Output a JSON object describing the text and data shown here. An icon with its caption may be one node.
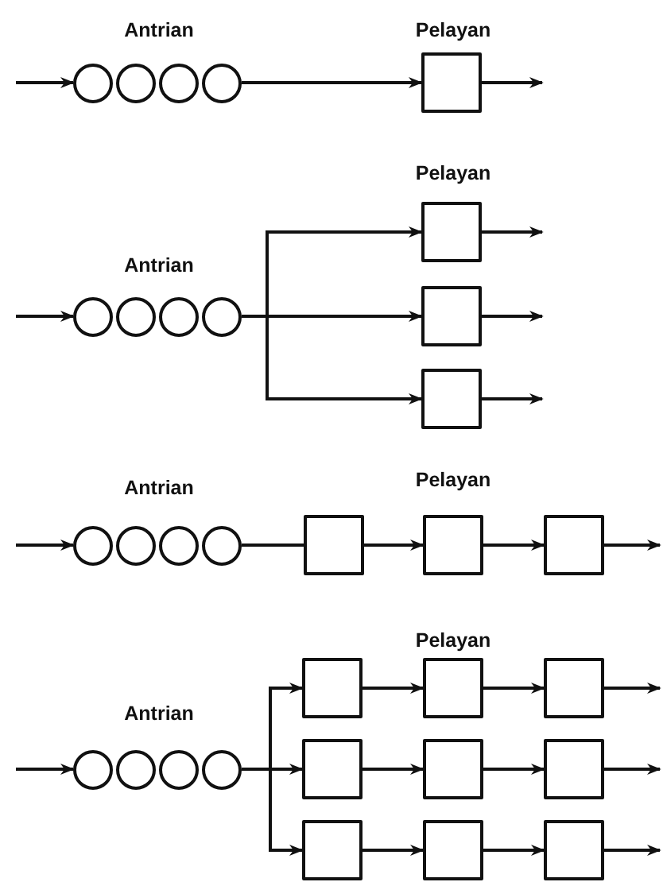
{
  "diagram": {
    "nodes": [
      {
        "text": [],
        "shape": "circle"
      },
      {
        "text": [],
        "shape": "circle"
      },
      {
        "text": [],
        "shape": "circle"
      },
      {
        "text": [],
        "shape": "circle"
      },
      {
        "text": [],
        "shape": "box"
      },
      {
        "text": [],
        "shape": "circle"
      },
      {
        "text": [],
        "shape": "circle"
      },
      {
        "text": [],
        "shape": "circle"
      },
      {
        "text": [],
        "shape": "circle"
      },
      {
        "text": [],
        "shape": "box"
      },
      {
        "text": [],
        "shape": "box"
      },
      {
        "text": [],
        "shape": "box"
      },
      {
        "text": [],
        "shape": "circle"
      },
      {
        "text": [],
        "shape": "circle"
      },
      {
        "text": [],
        "shape": "circle"
      },
      {
        "text": [],
        "shape": "circle"
      },
      {
        "text": [],
        "shape": "box"
      },
      {
        "text": [],
        "shape": "box"
      },
      {
        "text": [],
        "shape": "box"
      },
      {
        "text": [],
        "shape": "circle"
      },
      {
        "text": [],
        "shape": "circle"
      },
      {
        "text": [],
        "shape": "circle"
      },
      {
        "text": [],
        "shape": "circle"
      },
      {
        "text": [],
        "shape": "box"
      },
      {
        "text": [],
        "shape": "box"
      },
      {
        "text": [],
        "shape": "box"
      },
      {
        "text": [],
        "shape": "box"
      },
      {
        "text": [],
        "shape": "box"
      },
      {
        "text": [],
        "shape": "box"
      },
      {
        "text": [],
        "shape": "box"
      },
      {
        "text": [],
        "shape": "box"
      },
      {
        "text": [],
        "shape": "box"
      }
    ],
    "edges": [
      {
        "from": null,
        "to": 0,
        "arrow": "to"
      },
      {
        "from": 3,
        "to": 4,
        "arrow": "to"
      },
      {
        "from": 4,
        "to": null,
        "arrow": "to"
      },
      {
        "from": null,
        "to": 5,
        "arrow": "to"
      },
      {
        "from": 8,
        "to": 9,
        "arrow": "to"
      },
      {
        "from": 8,
        "to": 10,
        "arrow": "to"
      },
      {
        "from": 8,
        "to": 11,
        "arrow": "to"
      },
      {
        "from": 9,
        "to": null,
        "arrow": "to"
      },
      {
        "from": 10,
        "to": null,
        "arrow": "to"
      },
      {
        "from": 11,
        "to": null,
        "arrow": "to"
      },
      {
        "from": null,
        "to": 12,
        "arrow": "to"
      },
      {
        "from": 15,
        "to": 16,
        "arrow": "none"
      },
      {
        "from": 16,
        "to": 17,
        "arrow": "to"
      },
      {
        "from": 17,
        "to": 18,
        "arrow": "to"
      },
      {
        "from": 18,
        "to": null,
        "arrow": "to"
      },
      {
        "from": null,
        "to": 19,
        "arrow": "to"
      },
      {
        "from": 22,
        "to": 23,
        "arrow": "to"
      },
      {
        "from": 22,
        "to": 26,
        "arrow": "to"
      },
      {
        "from": 22,
        "to": 29,
        "arrow": "to"
      },
      {
        "from": 23,
        "to": 24,
        "arrow": "to"
      },
      {
        "from": 24,
        "to": 25,
        "arrow": "to"
      },
      {
        "from": 25,
        "to": null,
        "arrow": "to"
      },
      {
        "from": 26,
        "to": 27,
        "arrow": "to"
      },
      {
        "from": 27,
        "to": 28,
        "arrow": "to"
      },
      {
        "from": 28,
        "to": null,
        "arrow": "to"
      },
      {
        "from": 29,
        "to": 30,
        "arrow": "to"
      },
      {
        "from": 30,
        "to": 31,
        "arrow": "to"
      },
      {
        "from": 31,
        "to": null,
        "arrow": "to"
      }
    ],
    "labels": [
      "Antrian",
      "Pelayan",
      "Pelayan",
      "Antrian",
      "Antrian",
      "Pelayan",
      "Pelayan",
      "Antrian"
    ]
  }
}
